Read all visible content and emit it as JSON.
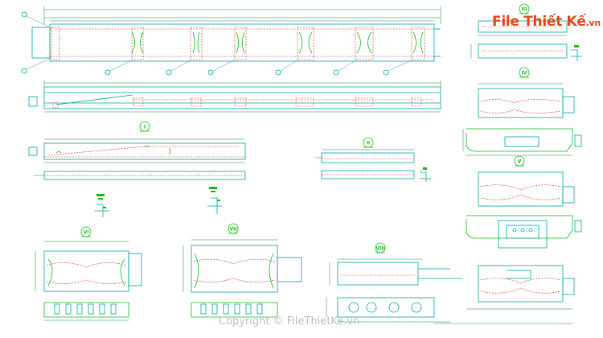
{
  "watermark": {
    "brand": "File Thiết Kế",
    "tld": ".vn",
    "copyright": "Copyright © FileThietKe.vn"
  },
  "section_labels": {
    "I": "I",
    "II": "II",
    "III": "III",
    "IV": "IV",
    "V": "V",
    "VI": "VI",
    "VII": "VII",
    "VIII": "VIII"
  },
  "colors": {
    "outline": "#0aa8a8",
    "dimension": "#1f8f3a",
    "hidden": "#e03030",
    "rebar": "#1fbf1f",
    "text": "#2a6fb0",
    "leader": "#3aa0d8"
  }
}
